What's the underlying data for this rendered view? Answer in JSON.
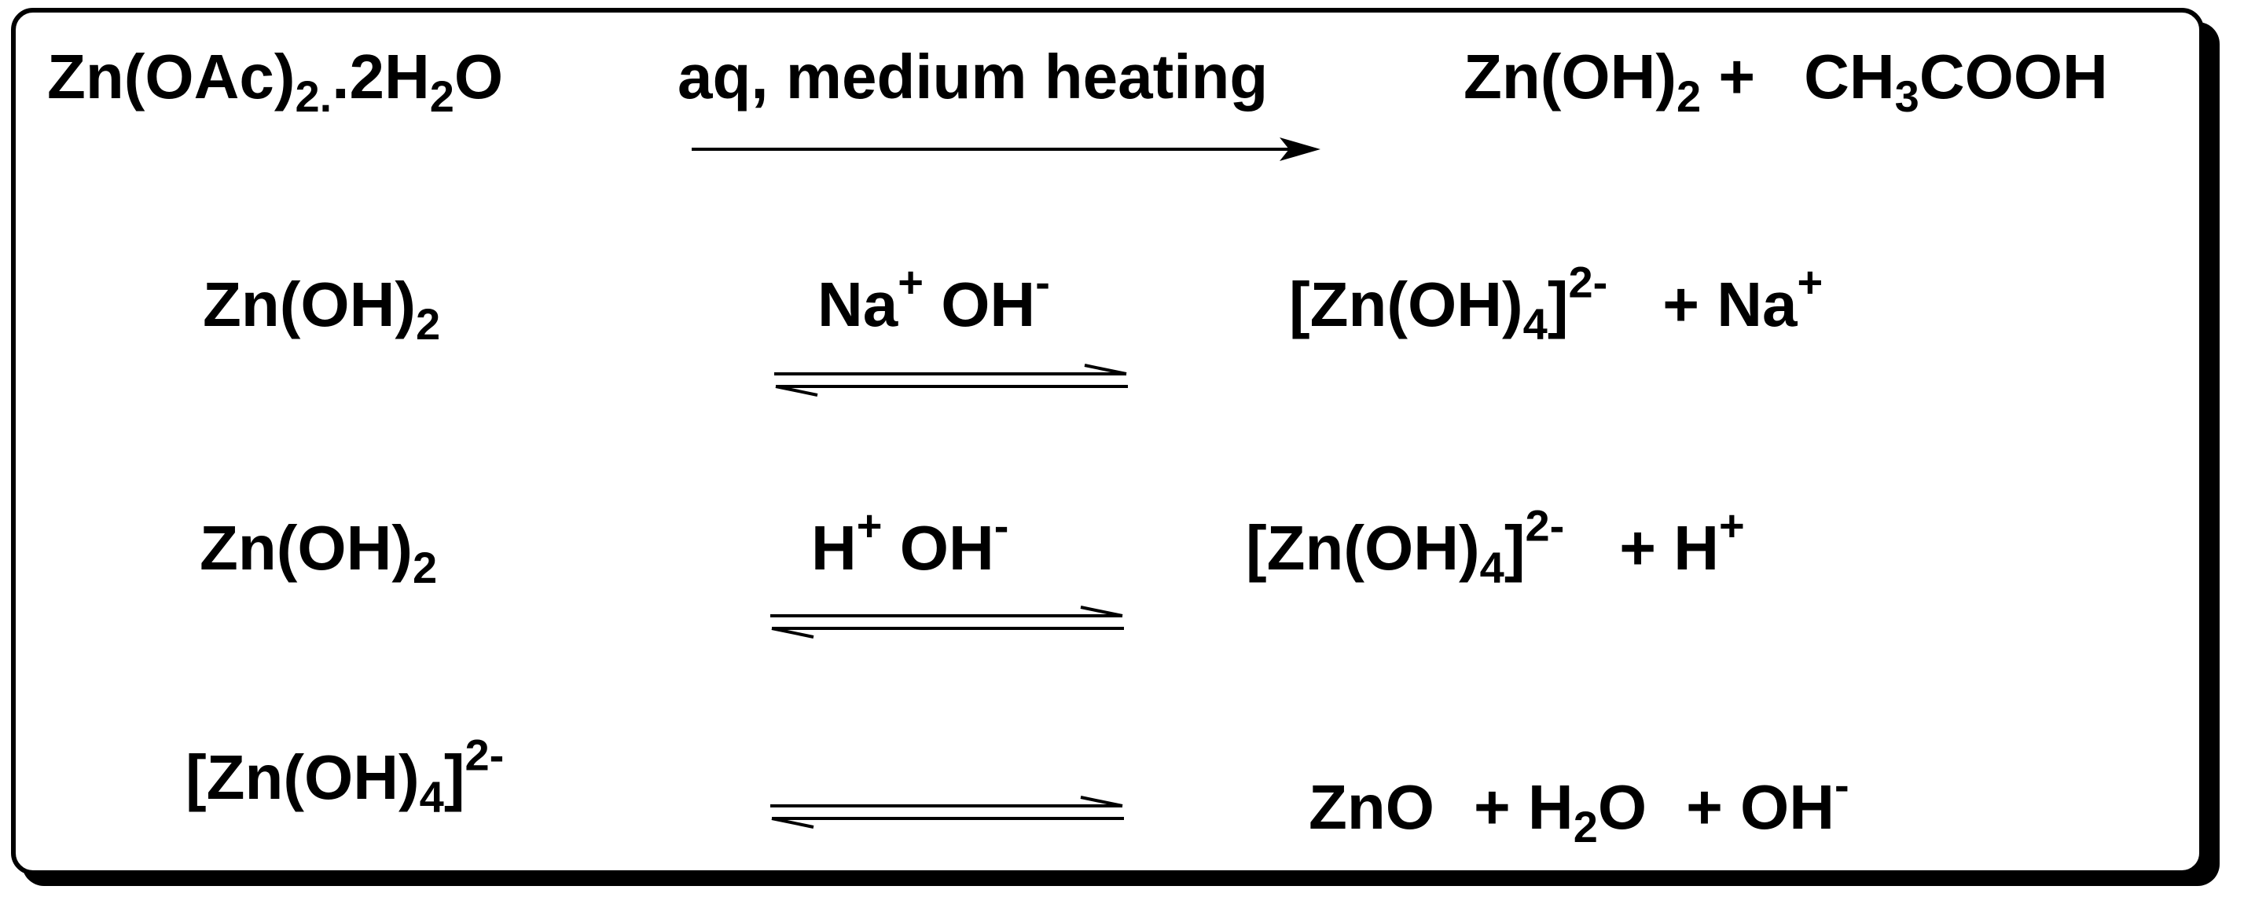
{
  "reactions": [
    {
      "reactant": {
        "main": "Zn(OAc)",
        "sub1": "2.",
        "mid": ".2H",
        "sub2": "2",
        "tail": "O"
      },
      "condition": {
        "text": "aq, medium heating"
      },
      "product": {
        "main": "Zn(OH)",
        "sub1": "2",
        "plus": " +",
        "second": "CH",
        "sub2": "3",
        "tail": "COOH"
      },
      "arrow": "forward"
    },
    {
      "reactant": {
        "main": "Zn(OH)",
        "sub1": "2"
      },
      "condition": {
        "a": "Na",
        "a_sup": "+",
        "b": " OH",
        "b_sup": "-"
      },
      "product": {
        "main": "[Zn(OH)",
        "sub1": "4",
        "close": "]",
        "sup1": "2-",
        "plus": "+ Na",
        "sup2": "+"
      },
      "arrow": "equilibrium"
    },
    {
      "reactant": {
        "main": "Zn(OH)",
        "sub1": "2"
      },
      "condition": {
        "a": "H",
        "a_sup": "+",
        "b": " OH",
        "b_sup": "-"
      },
      "product": {
        "main": "[Zn(OH)",
        "sub1": "4",
        "close": "]",
        "sup1": "2-",
        "plus": "+ H",
        "sup2": "+"
      },
      "arrow": "equilibrium"
    },
    {
      "reactant": {
        "main": "[Zn(OH)",
        "sub1": "4",
        "close": "]",
        "sup1": "2-"
      },
      "product": {
        "a": "ZnO",
        "b": "+ H",
        "b_sub": "2",
        "b_tail": "O",
        "c": "+ OH",
        "c_sup": "-"
      },
      "arrow": "equilibrium"
    }
  ]
}
